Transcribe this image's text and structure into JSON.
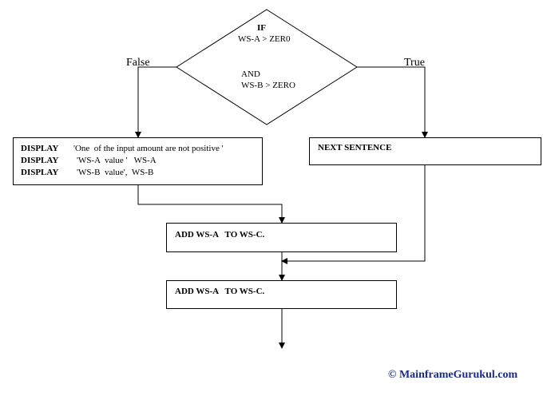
{
  "decision": {
    "keyword": "IF",
    "line1": "WS-A > ZER0",
    "line2": "AND",
    "line3": "WS-B > ZERO"
  },
  "branches": {
    "false_label": "False",
    "true_label": "True"
  },
  "false_box": {
    "l1_kw": "DISPLAY",
    "l1_text": "'One  of the input amount are not positive '",
    "l2_kw": "DISPLAY",
    "l2_text": "'WS-A  value '   WS-A",
    "l3_kw": "DISPLAY",
    "l3_text": "'WS-B  value',  WS-B"
  },
  "true_box": {
    "text": "NEXT SENTENCE"
  },
  "add_box_1": {
    "text": "ADD WS-A   TO WS-C."
  },
  "add_box_2": {
    "text": "ADD WS-A   TO WS-C."
  },
  "footer": {
    "copyright": "© MainframeGurukul.com"
  },
  "colors": {
    "lines": "#000000",
    "copyright": "#1a2a88"
  }
}
